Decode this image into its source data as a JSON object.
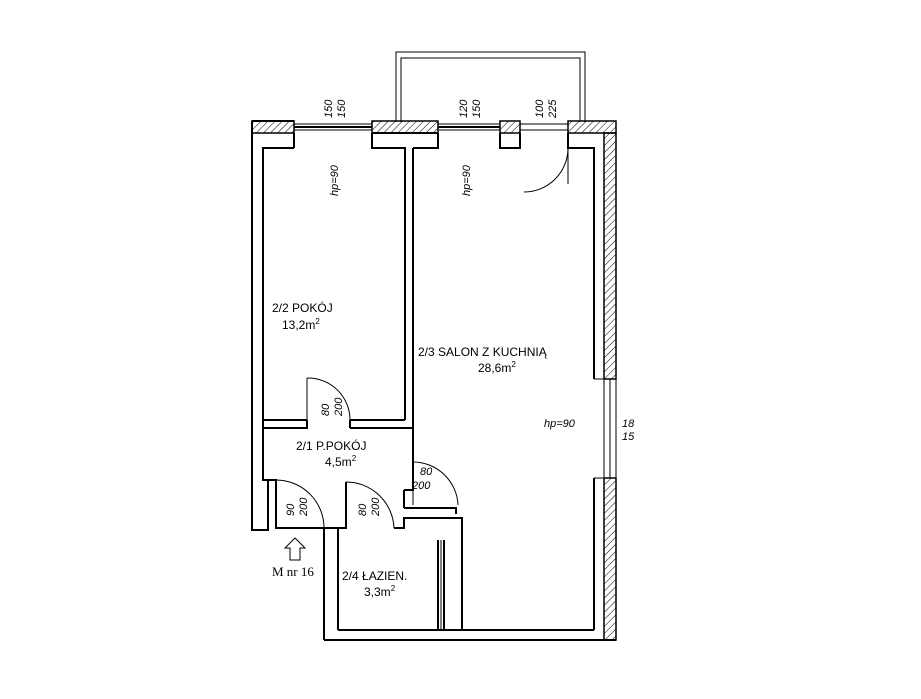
{
  "rooms": [
    {
      "id": "pokoj",
      "name": "2/2 POKÓJ",
      "area": "13,2m",
      "sup": "2"
    },
    {
      "id": "salon",
      "name": "2/3 SALON Z KUCHNIĄ",
      "area": "28,6m",
      "sup": "2"
    },
    {
      "id": "ppokoj",
      "name": "2/1 P.POKÓJ",
      "area": "4,5m",
      "sup": "2"
    },
    {
      "id": "lazien",
      "name": "2/4 ŁAZIEN.",
      "area": "3,3m",
      "sup": "2"
    }
  ],
  "windows": {
    "w1": {
      "a": "150",
      "b": "150",
      "hp": "hp=90"
    },
    "w2": {
      "a": "120",
      "b": "150",
      "hp": "hp=90"
    },
    "w3": {
      "a": "100",
      "b": "225"
    },
    "w4": {
      "a": "18",
      "b": "15",
      "hp": "hp=90"
    }
  },
  "doors": {
    "d1": {
      "a": "80",
      "b": "200"
    },
    "d2": {
      "a": "80",
      "b": "200"
    },
    "d3": {
      "a": "90",
      "b": "200"
    },
    "d4": {
      "a": "80",
      "b": "200"
    }
  },
  "entrance": {
    "label": "M nr 16"
  }
}
